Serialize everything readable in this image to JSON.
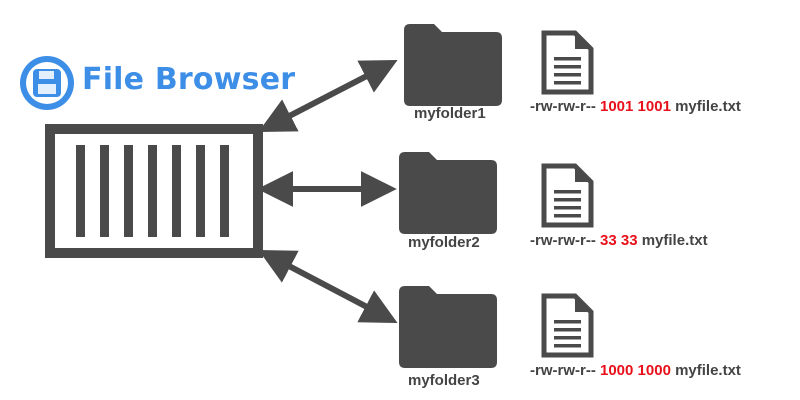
{
  "app": {
    "name": "File Browser",
    "logo_icon": "floppy-disk-icon",
    "accent_color": "#3d8ee6"
  },
  "colors": {
    "ink": "#4a4a4a",
    "label": "#444444",
    "highlight": "#e8101a"
  },
  "container": {
    "icon": "container-icon"
  },
  "folders": [
    {
      "name": "myfolder1",
      "icon": "folder-icon",
      "file": {
        "icon": "file-icon",
        "perms": "-rw-rw-r--",
        "ids": "1001 1001",
        "filename": "myfile.txt"
      }
    },
    {
      "name": "myfolder2",
      "icon": "folder-icon",
      "file": {
        "icon": "file-icon",
        "perms": "-rw-rw-r--",
        "ids": "33 33",
        "filename": "myfile.txt"
      }
    },
    {
      "name": "myfolder3",
      "icon": "folder-icon",
      "file": {
        "icon": "file-icon",
        "perms": "-rw-rw-r--",
        "ids": "1000 1000",
        "filename": "myfile.txt"
      }
    }
  ]
}
